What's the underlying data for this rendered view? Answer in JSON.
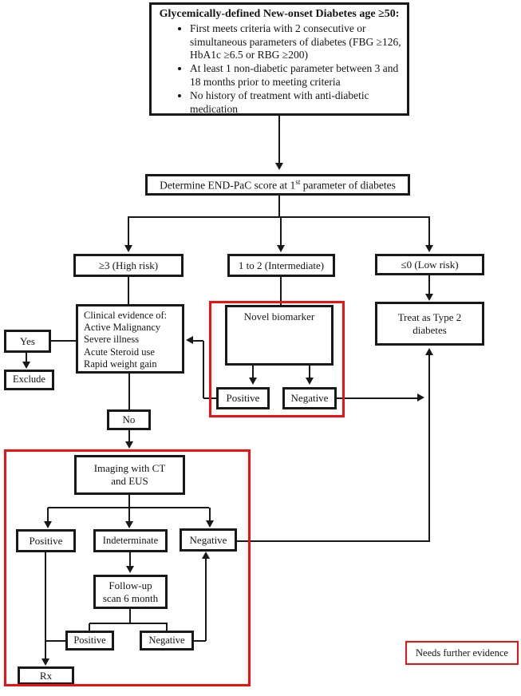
{
  "flowchart": {
    "start": {
      "title": "Glycemically-defined New-onset Diabetes age ≥50:",
      "bullets": [
        "First meets criteria with 2 consecutive or simultaneous parameters of diabetes (FBG ≥126, HbA1c ≥6.5 or RBG ≥200)",
        "At least 1 non-diabetic parameter between 3 and 18 months prior to meeting criteria",
        "No history of treatment with anti-diabetic medication"
      ]
    },
    "determine": {
      "prefix": "Determine END-PaC score at 1",
      "sup": "st",
      "suffix": " parameter of diabetes"
    },
    "branches": {
      "high": "≥3 (High risk)",
      "intermediate": "1 to 2 (Intermediate)",
      "low": "≤0 (Low risk)"
    },
    "clinical": {
      "lines": [
        "Clinical evidence of:",
        "Active Malignancy",
        "Severe illness",
        "Acute Steroid use",
        "Rapid weight gain"
      ]
    },
    "yes_label": "Yes",
    "exclude_label": "Exclude",
    "no_label": "No",
    "novel_biomarker": {
      "title": "Novel biomarker",
      "positive": "Positive",
      "negative": "Negative"
    },
    "treat_label": "Treat as Type 2 diabetes",
    "imaging": {
      "title": "Imaging with CT and EUS",
      "positive": "Positive",
      "indeterminate": "Indeterminate",
      "negative": "Negative"
    },
    "followup": {
      "title": "Follow-up scan 6 month",
      "positive": "Positive",
      "negative": "Negative"
    },
    "rx_label": "Rx",
    "legend_label": "Needs further evidence",
    "colors": {
      "line": "#181818",
      "highlight_red": "#ee1111",
      "background": "#ffffff"
    }
  }
}
